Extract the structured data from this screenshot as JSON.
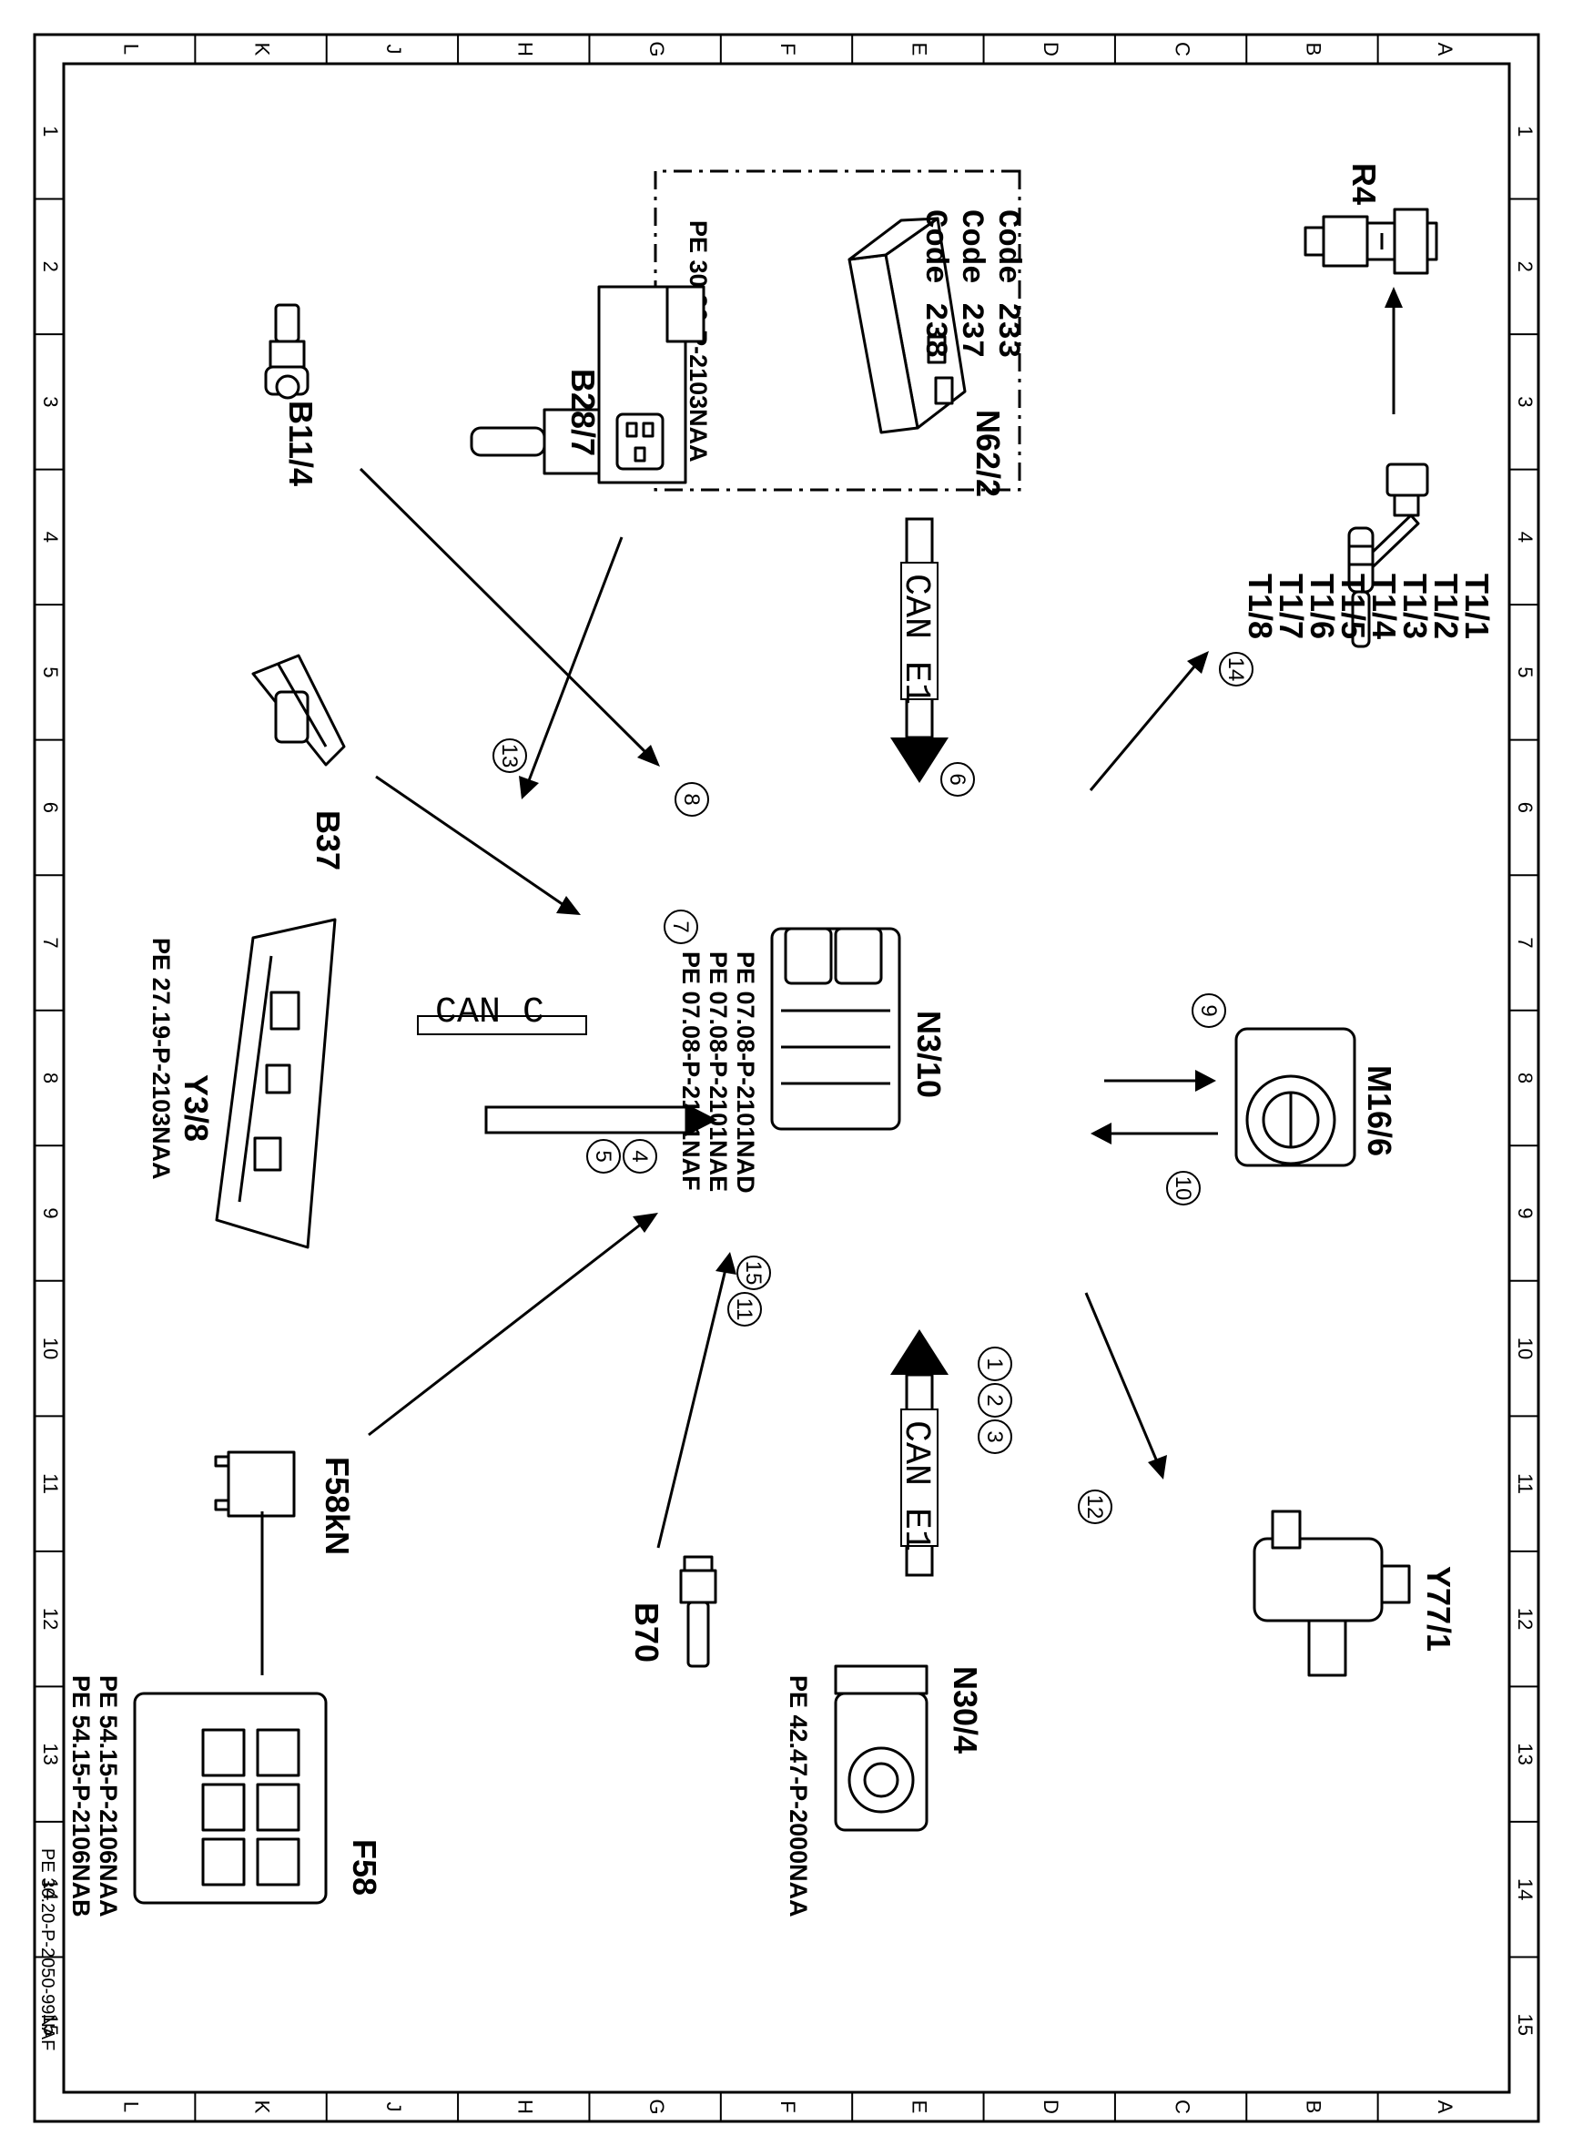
{
  "grid": {
    "columns": [
      "L",
      "K",
      "J",
      "H",
      "G",
      "F",
      "E",
      "D",
      "C",
      "B",
      "A"
    ],
    "rows": [
      "1",
      "2",
      "3",
      "4",
      "5",
      "6",
      "7",
      "8",
      "9",
      "10",
      "11",
      "12",
      "13",
      "14",
      "15"
    ]
  },
  "sheet_id": "PE 30.20-P-2050-99NAF",
  "components": {
    "R4": "R4",
    "T1": [
      "T1/1",
      "T1/2",
      "T1/3",
      "T1/4",
      "T1/5",
      "T1/6",
      "T1/7",
      "T1/8"
    ],
    "N62_2": "N62/2",
    "N62_2_codes": [
      "Code 233",
      "Code 237",
      "Code 238"
    ],
    "N62_2_ref": "PE 30.30-P-2103NAA",
    "B28_7": "B28/7",
    "B11_4": "B11/4",
    "B37": "B37",
    "N3_10": "N3/10",
    "N3_10_refs": [
      "PE 07.08-P-2101NAD",
      "PE 07.08-P-2101NAE",
      "PE 07.08-P-2101NAF"
    ],
    "Y3_8": "Y3/8",
    "Y3_8_ref": "PE 27.19-P-2103NAA",
    "M16_6": "M16/6",
    "Y77_1": "Y77/1",
    "N30_4": "N30/4",
    "N30_4_ref": "PE 42.47-P-2000NAA",
    "B70": "B70",
    "F58kN": "F58kN",
    "F58": "F58",
    "F58_refs": [
      "PE 54.15-P-2106NAA",
      "PE 54.15-P-2106NAB"
    ]
  },
  "buses": {
    "top": "CAN E1",
    "left": "CAN C",
    "bottom": "CAN E1"
  },
  "signal_numbers": [
    "1",
    "2",
    "3",
    "4",
    "5",
    "6",
    "7",
    "8",
    "9",
    "10",
    "11",
    "12",
    "13",
    "14",
    "15"
  ],
  "colors": {
    "ink": "#000000",
    "paper": "#ffffff"
  }
}
